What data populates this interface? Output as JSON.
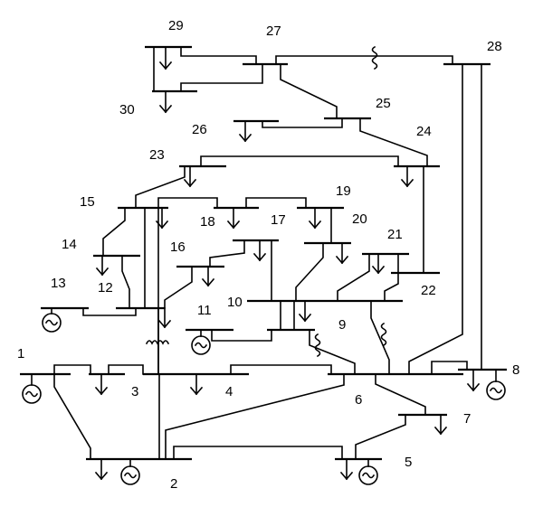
{
  "diagram": {
    "colors": {
      "line": "#000000",
      "background": "#ffffff"
    },
    "bus_labels": {
      "b1": "1",
      "b2": "2",
      "b3": "3",
      "b4": "4",
      "b5": "5",
      "b6": "6",
      "b7": "7",
      "b8": "8",
      "b9": "9",
      "b10": "10",
      "b11": "11",
      "b12": "12",
      "b13": "13",
      "b14": "14",
      "b15": "15",
      "b16": "16",
      "b17": "17",
      "b18": "18",
      "b19": "19",
      "b20": "20",
      "b21": "21",
      "b22": "22",
      "b23": "23",
      "b24": "24",
      "b25": "25",
      "b26": "26",
      "b27": "27",
      "b28": "28",
      "b29": "29",
      "b30": "30"
    },
    "symbols": {
      "generator": "generator-icon",
      "load": "load-arrow-icon",
      "transformer": "transformer-icon",
      "shunt": "shunt-coil-icon"
    }
  }
}
